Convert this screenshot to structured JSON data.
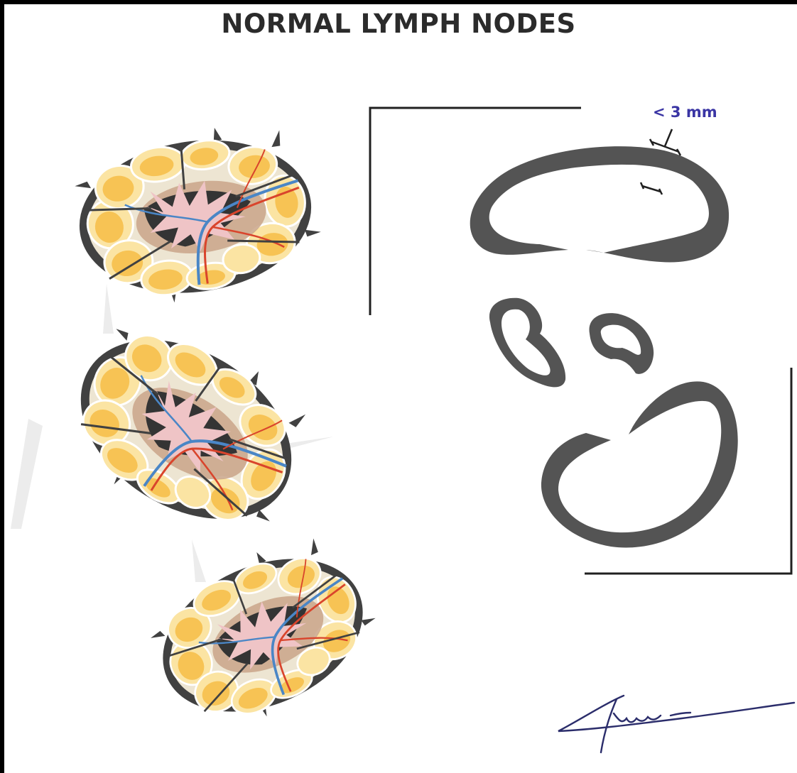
{
  "figure": {
    "title": "NORMAL LYMPH NODES",
    "measurement_label": "< 3 mm",
    "signature": "handwritten signature (illegible)",
    "colors": {
      "outline": "#414141",
      "follicle": "#f7c354",
      "follicle_light": "#fbe4a3",
      "medulla": "#efc4c6",
      "paracortex": "#c9a48a",
      "sinus_dark": "#343434",
      "artery": "#d9442c",
      "vein": "#4a86c6",
      "ultrasound_node": "#545454",
      "label_blue": "#3a35a4",
      "signature": "#2b2d6b"
    }
  }
}
